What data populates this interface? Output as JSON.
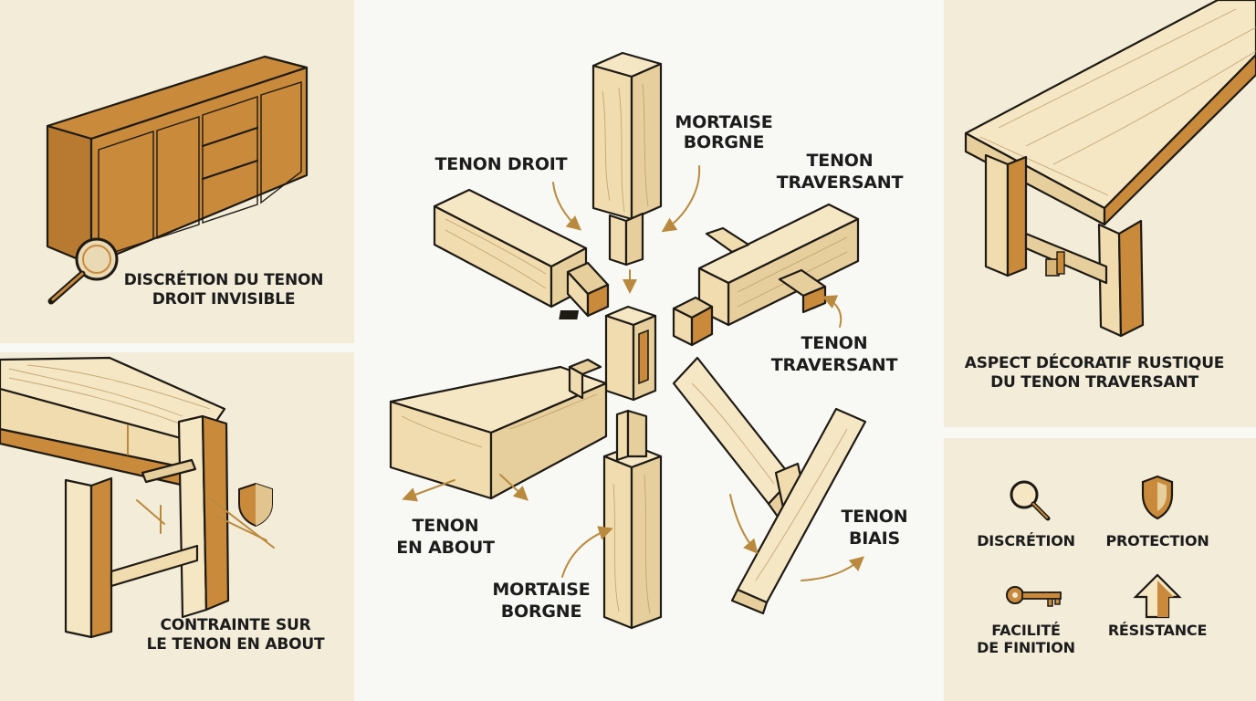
{
  "colors": {
    "background": "#f8f8f4",
    "panel": "#f2ecd9",
    "wood_light": "#f5e6c4",
    "wood_mid": "#e6cf9c",
    "wood_dark": "#c98a3b",
    "accent": "#b98a3e",
    "ink": "#1e1a14"
  },
  "panels": {
    "top_left": {
      "caption_line1": "DISCRÉTION DU TENON",
      "caption_line2": "DROIT INVISIBLE",
      "icon": "magnifier-icon"
    },
    "bottom_left": {
      "caption_line1": "CONTRAINTE SUR",
      "caption_line2": "LE TENON EN ABOUT",
      "icon": "shield-icon"
    },
    "top_right": {
      "caption_line1": "ASPECT DÉCORATIF RUSTIQUE",
      "caption_line2": "DU TENON TRAVERSANT"
    },
    "bottom_right": {
      "benefits": [
        {
          "icon": "magnifier-icon",
          "line1": "DISCRÉTION",
          "line2": ""
        },
        {
          "icon": "shield-icon",
          "line1": "PROTECTION",
          "line2": ""
        },
        {
          "icon": "key-icon",
          "line1": "FACILITÉ",
          "line2": "DE FINITION"
        },
        {
          "icon": "arrow-up-icon",
          "line1": "RÉSISTANCE",
          "line2": ""
        }
      ]
    }
  },
  "center": {
    "labels": {
      "mortaise_top_1": "MORTAISE",
      "mortaise_top_2": "BORGNE",
      "tenon_droit": "TENON DROIT",
      "tenon_trav_top_1": "TENON",
      "tenon_trav_top_2": "TRAVERSANT",
      "tenon_trav_mid_1": "TENON",
      "tenon_trav_mid_2": "TRAVERSANT",
      "tenon_about_1": "TENON",
      "tenon_about_2": "EN ABOUT",
      "mortaise_bottom_1": "MORTAISE",
      "mortaise_bottom_2": "BORGNE",
      "tenon_biais_1": "TENON",
      "tenon_biais_2": "BIAIS"
    }
  }
}
